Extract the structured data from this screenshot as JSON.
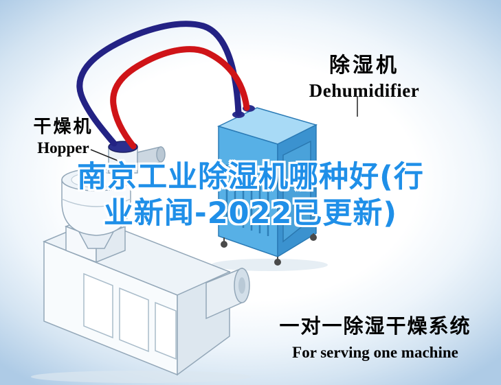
{
  "headline": {
    "full_title": "南京工业除湿机哪种好(行业新闻-2022已更新)",
    "line1": "南京工业除湿机哪种好(行",
    "line2": "业新闻-2022已更新)"
  },
  "labels": {
    "dehumidifier": {
      "cn": "除湿机",
      "en": "Dehumidifier"
    },
    "hopper": {
      "cn": "干燥机",
      "en": "Hopper"
    },
    "caption": {
      "cn": "一对一除湿干燥系统",
      "en": "For serving one machine"
    }
  },
  "illustration": {
    "parts": [
      "dehumidifier-unit",
      "drying-hopper",
      "extruder-machine",
      "red-supply-hose",
      "navy-return-hose"
    ]
  },
  "colors": {
    "headline_blue": "#1f8fe8",
    "outline_white": "#ffffff",
    "hose_navy": "#232284",
    "hose_red": "#cf1418",
    "dehumidifier_body_blue": "#57b0e6",
    "background_edge_blue": "#aecbe6",
    "text_black": "#000000"
  }
}
